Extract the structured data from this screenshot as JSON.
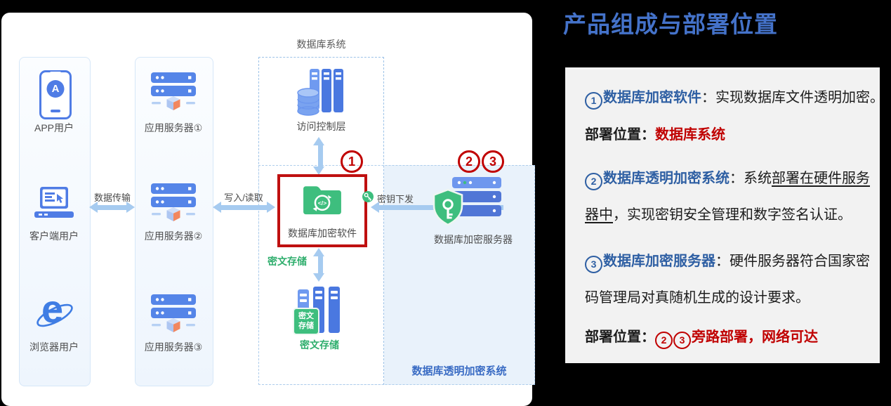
{
  "diagram": {
    "db_system_title": "数据库系统",
    "tde_system_label": "数据库透明加密系统",
    "users": [
      {
        "label": "APP用户",
        "icon": "smartphone-appstore-icon"
      },
      {
        "label": "客户端用户",
        "icon": "laptop-icon"
      },
      {
        "label": "浏览器用户",
        "icon": "ie-browser-icon"
      }
    ],
    "app_servers": [
      {
        "label": "应用服务器①"
      },
      {
        "label": "应用服务器②"
      },
      {
        "label": "应用服务器③"
      }
    ],
    "access_control_label": "访问控制层",
    "enc_software": {
      "label": "数据库加密软件",
      "marker": "1"
    },
    "enc_server": {
      "label": "数据库加密服务器",
      "marker2": "2",
      "marker3": "3"
    },
    "arrows": {
      "data_transfer": "数据传输",
      "write_read": "写入/读取",
      "key_issue": "密钥下发",
      "cipher_store": "密文存储"
    },
    "storage": {
      "badge_top": "密文",
      "badge_bottom": "存储",
      "label": "密文存储"
    },
    "app_icon_letter": "A"
  },
  "panel": {
    "title": "产品组成与部署位置",
    "item1": {
      "num": "1",
      "label": "数据库加密软件",
      "sep": "：",
      "text": "实现数据库文件透明加密。"
    },
    "deploy1": {
      "label": "部署位置：",
      "value": "数据库系统"
    },
    "item2": {
      "num": "2",
      "label": "数据库透明加密系统",
      "sep": "：",
      "text": "系统",
      "underlined": "部署在硬件服务"
    },
    "item2_cont": {
      "underlined": "器中",
      "text": "，实现密钥安全管理和数字签名认证。"
    },
    "item3": {
      "num": "3",
      "label": "数据库加密服务器",
      "sep": "：",
      "text": "硬件服务器符合国家密"
    },
    "item3_cont": {
      "text": "码管理局对真随机生成的设计要求。"
    },
    "deploy2": {
      "label": "部署位置：",
      "num1": "2",
      "num2": "3",
      "value": "旁路部署，网络可达"
    }
  },
  "colors": {
    "title_blue": "#4472c9",
    "label_blue": "#2e5fa3",
    "alert_red": "#c00000",
    "green": "#3ebe7e",
    "icon_blue": "#4f7ce5",
    "arrow_blue": "#a6cbf0"
  }
}
